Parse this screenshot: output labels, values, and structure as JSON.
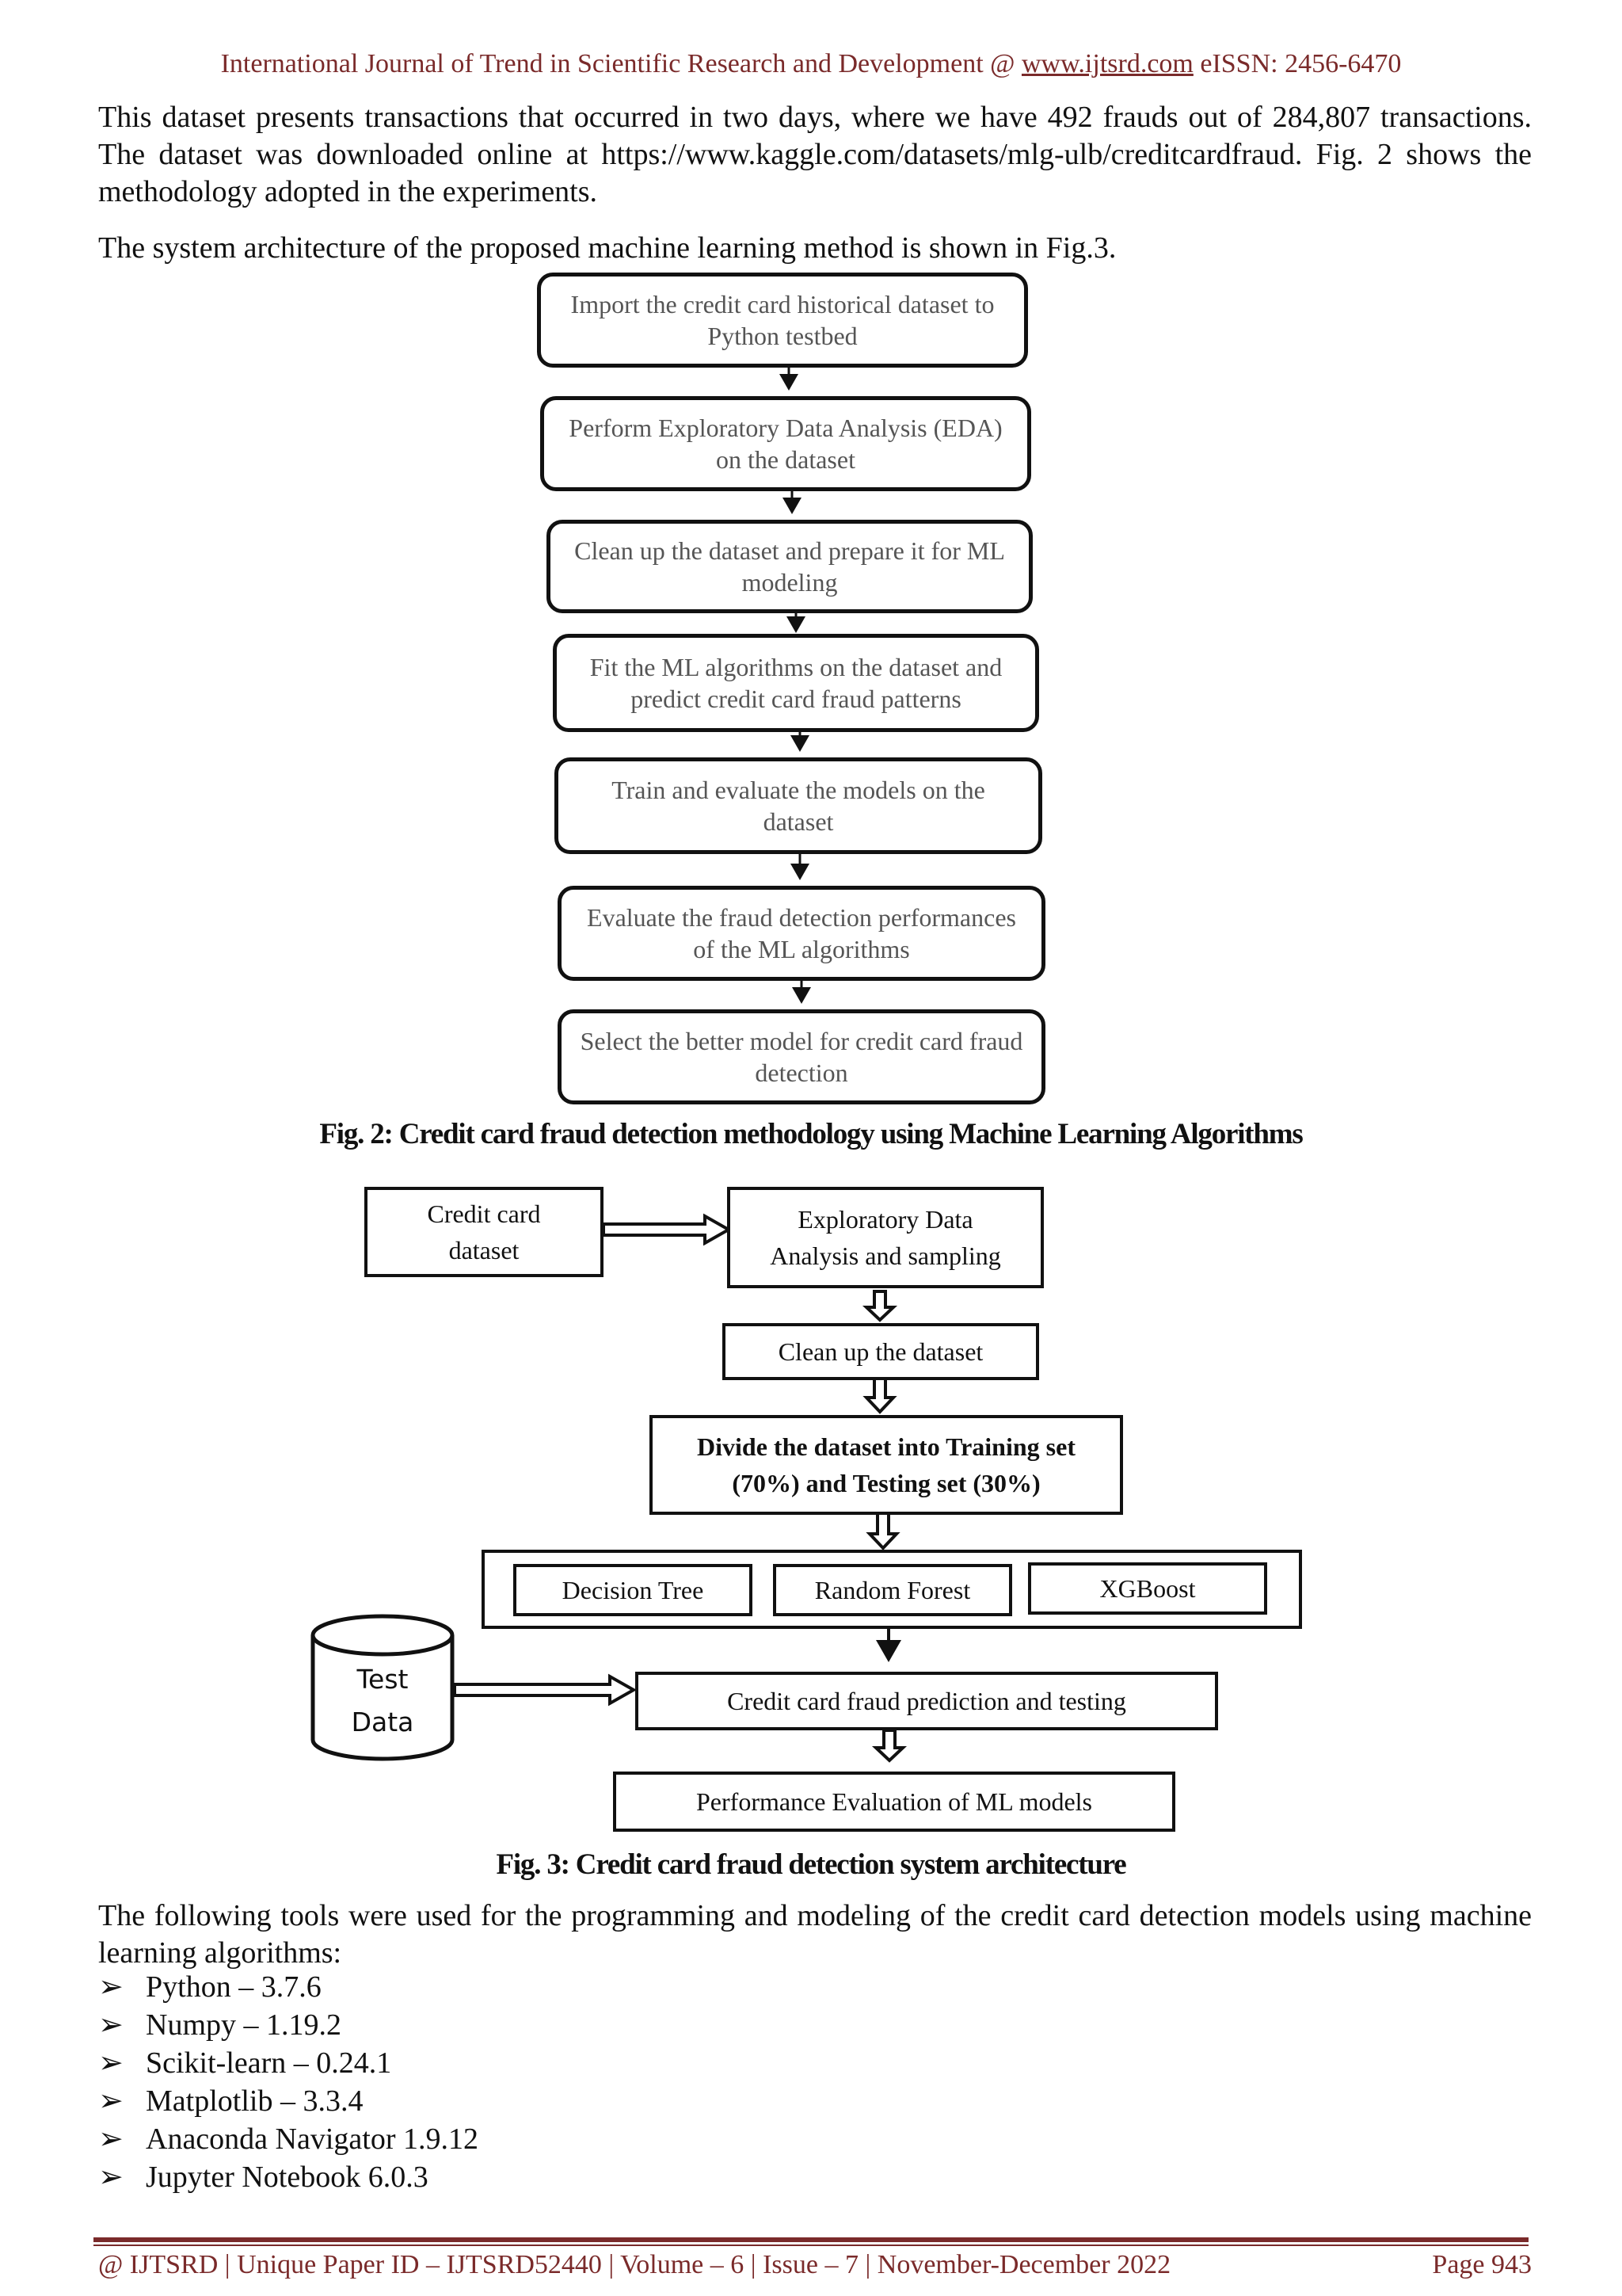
{
  "header": {
    "journal": "International Journal of Trend in Scientific Research and Development @ ",
    "url": "www.ijtsrd.com",
    "issn": " eISSN: 2456-6470"
  },
  "paragraphs": {
    "p1": "This dataset presents transactions that occurred in two days, where we have 492 frauds out of 284,807 transactions. The dataset was downloaded online at https://www.kaggle.com/datasets/mlg-ulb/creditcardfraud. Fig. 2 shows the methodology adopted in the experiments.",
    "p2": "The system architecture of the proposed machine learning method is shown in Fig.3.",
    "p3": "The following tools were used for the programming and modeling of the credit card detection models using machine learning algorithms:"
  },
  "fig2": {
    "steps": [
      "Import the credit card historical dataset to Python testbed",
      "Perform Exploratory Data Analysis (EDA) on the dataset",
      "Clean up the dataset and prepare it for ML modeling",
      "Fit the ML algorithms on the dataset and predict credit card fraud patterns",
      "Train and evaluate the models on the dataset",
      "Evaluate the fraud detection performances of the ML algorithms",
      "Select the better model for credit card fraud detection"
    ],
    "caption": "Fig. 2: Credit card fraud detection methodology using Machine Learning Algorithms"
  },
  "fig3": {
    "dataset": "Credit card dataset",
    "eda": "Exploratory Data Analysis and sampling",
    "clean": "Clean up the dataset",
    "divide": "Divide the dataset into Training set (70%) and Testing set (30%)",
    "models": [
      "Decision Tree",
      "Random Forest",
      "XGBoost"
    ],
    "test_data": [
      "Test",
      "Data"
    ],
    "prediction": "Credit card fraud prediction and testing",
    "evaluation": "Performance Evaluation of ML models",
    "caption": "Fig. 3: Credit card fraud detection system architecture"
  },
  "tools": [
    "Python – 3.7.6",
    "Numpy – 1.19.2",
    "Scikit-learn – 0.24.1",
    "Matplotlib – 3.3.4",
    "Anaconda Navigator 1.9.12",
    "Jupyter Notebook 6.0.3"
  ],
  "footer": {
    "left": "@ IJTSRD | Unique Paper ID – IJTSRD52440 | Volume – 6 | Issue – 7 | November-December 2022",
    "page": "Page 943"
  },
  "colors": {
    "header": "#7a2a2a",
    "text": "#111111",
    "box_text": "#555555"
  }
}
